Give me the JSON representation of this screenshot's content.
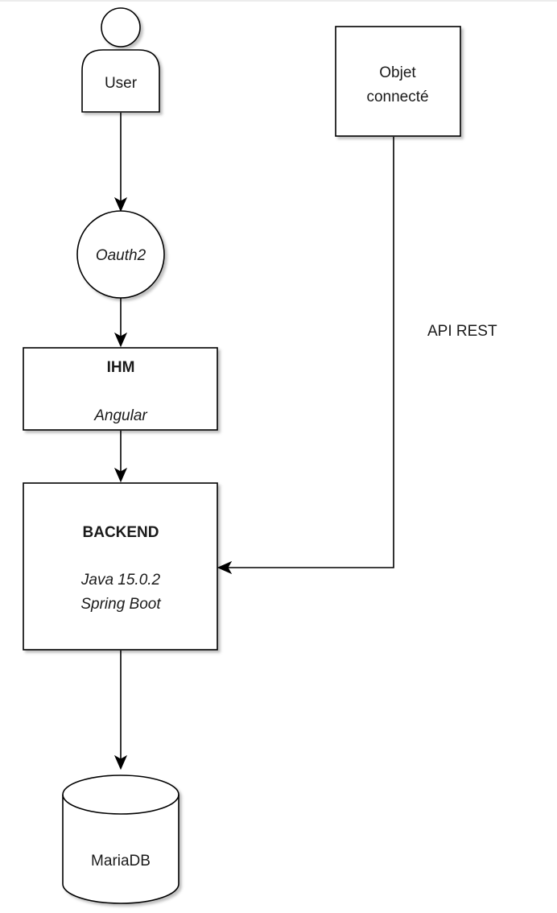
{
  "nodes": {
    "user": {
      "label": "User",
      "shape": "actor"
    },
    "oauth": {
      "label": "Oauth2",
      "shape": "ellipse",
      "style": "italic"
    },
    "ihm": {
      "title": "IHM",
      "subtitle": "Angular",
      "shape": "rectangle"
    },
    "backend": {
      "title": "BACKEND",
      "subtitle_line1": "Java 15.0.2",
      "subtitle_line2": "Spring Boot",
      "shape": "rectangle"
    },
    "mariadb": {
      "label": "MariaDB",
      "shape": "cylinder"
    },
    "objet": {
      "label_line1": "Objet",
      "label_line2": "connecté",
      "shape": "rectangle"
    }
  },
  "edges": [
    {
      "from": "user",
      "to": "oauth"
    },
    {
      "from": "oauth",
      "to": "ihm"
    },
    {
      "from": "ihm",
      "to": "backend"
    },
    {
      "from": "backend",
      "to": "mariadb"
    },
    {
      "from": "objet",
      "to": "backend",
      "label": "API REST"
    }
  ],
  "labels": {
    "api_rest": "API REST"
  },
  "colors": {
    "stroke": "#000000",
    "fill": "#ffffff",
    "text": "#1a1a1a"
  }
}
